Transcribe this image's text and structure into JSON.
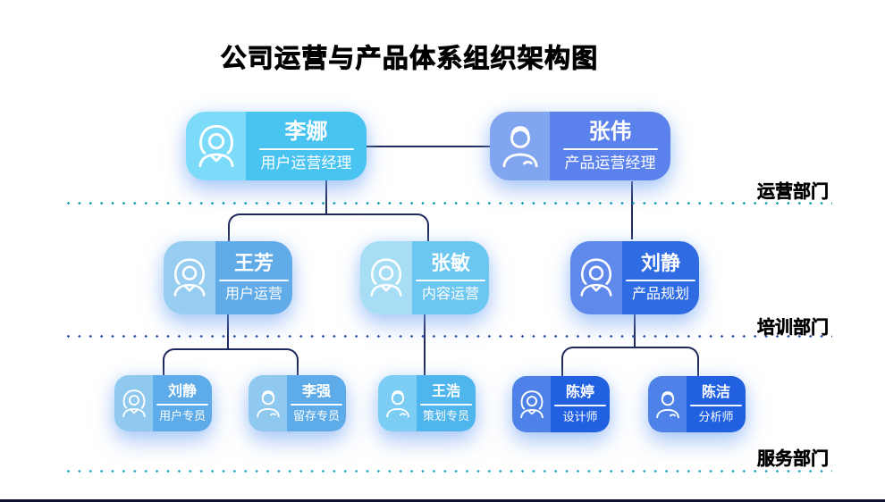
{
  "title": "公司运营与产品体系组织架构图",
  "departments": [
    {
      "label": "运营部门"
    },
    {
      "label": "培训部门"
    },
    {
      "label": "服务部门"
    }
  ],
  "cards": [
    {
      "id": "lina",
      "name": "李娜",
      "role": "用户运营经理",
      "gender": "female",
      "theme": "cyan",
      "level": 1
    },
    {
      "id": "zhangwei",
      "name": "张伟",
      "role": "产品运营经理",
      "gender": "male",
      "theme": "blue",
      "level": 1
    },
    {
      "id": "wangfang",
      "name": "王芳",
      "role": "用户运营",
      "gender": "female",
      "theme": "sky",
      "level": 2
    },
    {
      "id": "zhangmin",
      "name": "张敏",
      "role": "内容运营",
      "gender": "female",
      "theme": "cyan2",
      "level": 2
    },
    {
      "id": "liujing2",
      "name": "刘静",
      "role": "产品规划",
      "gender": "female",
      "theme": "royal",
      "level": 2
    },
    {
      "id": "liujing3",
      "name": "刘静",
      "role": "用户专员",
      "gender": "female",
      "theme": "sky3",
      "level": 3
    },
    {
      "id": "liqiang",
      "name": "李强",
      "role": "留存专员",
      "gender": "male",
      "theme": "sky3",
      "level": 3
    },
    {
      "id": "wanghao",
      "name": "王浩",
      "role": "策划专员",
      "gender": "male",
      "theme": "cyan3",
      "level": 3
    },
    {
      "id": "chenting",
      "name": "陈婷",
      "role": "设计师",
      "gender": "female",
      "theme": "royal3",
      "level": 3
    },
    {
      "id": "chenjie",
      "name": "陈洁",
      "role": "分析师",
      "gender": "male",
      "theme": "royal3",
      "level": 3
    }
  ],
  "colors": {
    "connector": "#20295c",
    "bottom_bar": "#0d1230",
    "dotted_lines": [
      "#0e9fb2",
      "#2b4fa5",
      "#27a6c9"
    ],
    "themes": {
      "cyan": {
        "left": "#7bdbf8",
        "right": "#49c4f0"
      },
      "blue": {
        "left": "#82a5f0",
        "right": "#5b82ec"
      },
      "sky": {
        "left": "#97cdf0",
        "right": "#61ace8"
      },
      "cyan2": {
        "left": "#a8def5",
        "right": "#6cc7f0"
      },
      "royal": {
        "left": "#6089ec",
        "right": "#2f6be3"
      },
      "sky3": {
        "left": "#8fc9ef",
        "right": "#5dabe8"
      },
      "cyan3": {
        "left": "#7bcdf3",
        "right": "#4fb5ed"
      },
      "royal3": {
        "left": "#4e82e9",
        "right": "#2161e1"
      }
    }
  }
}
